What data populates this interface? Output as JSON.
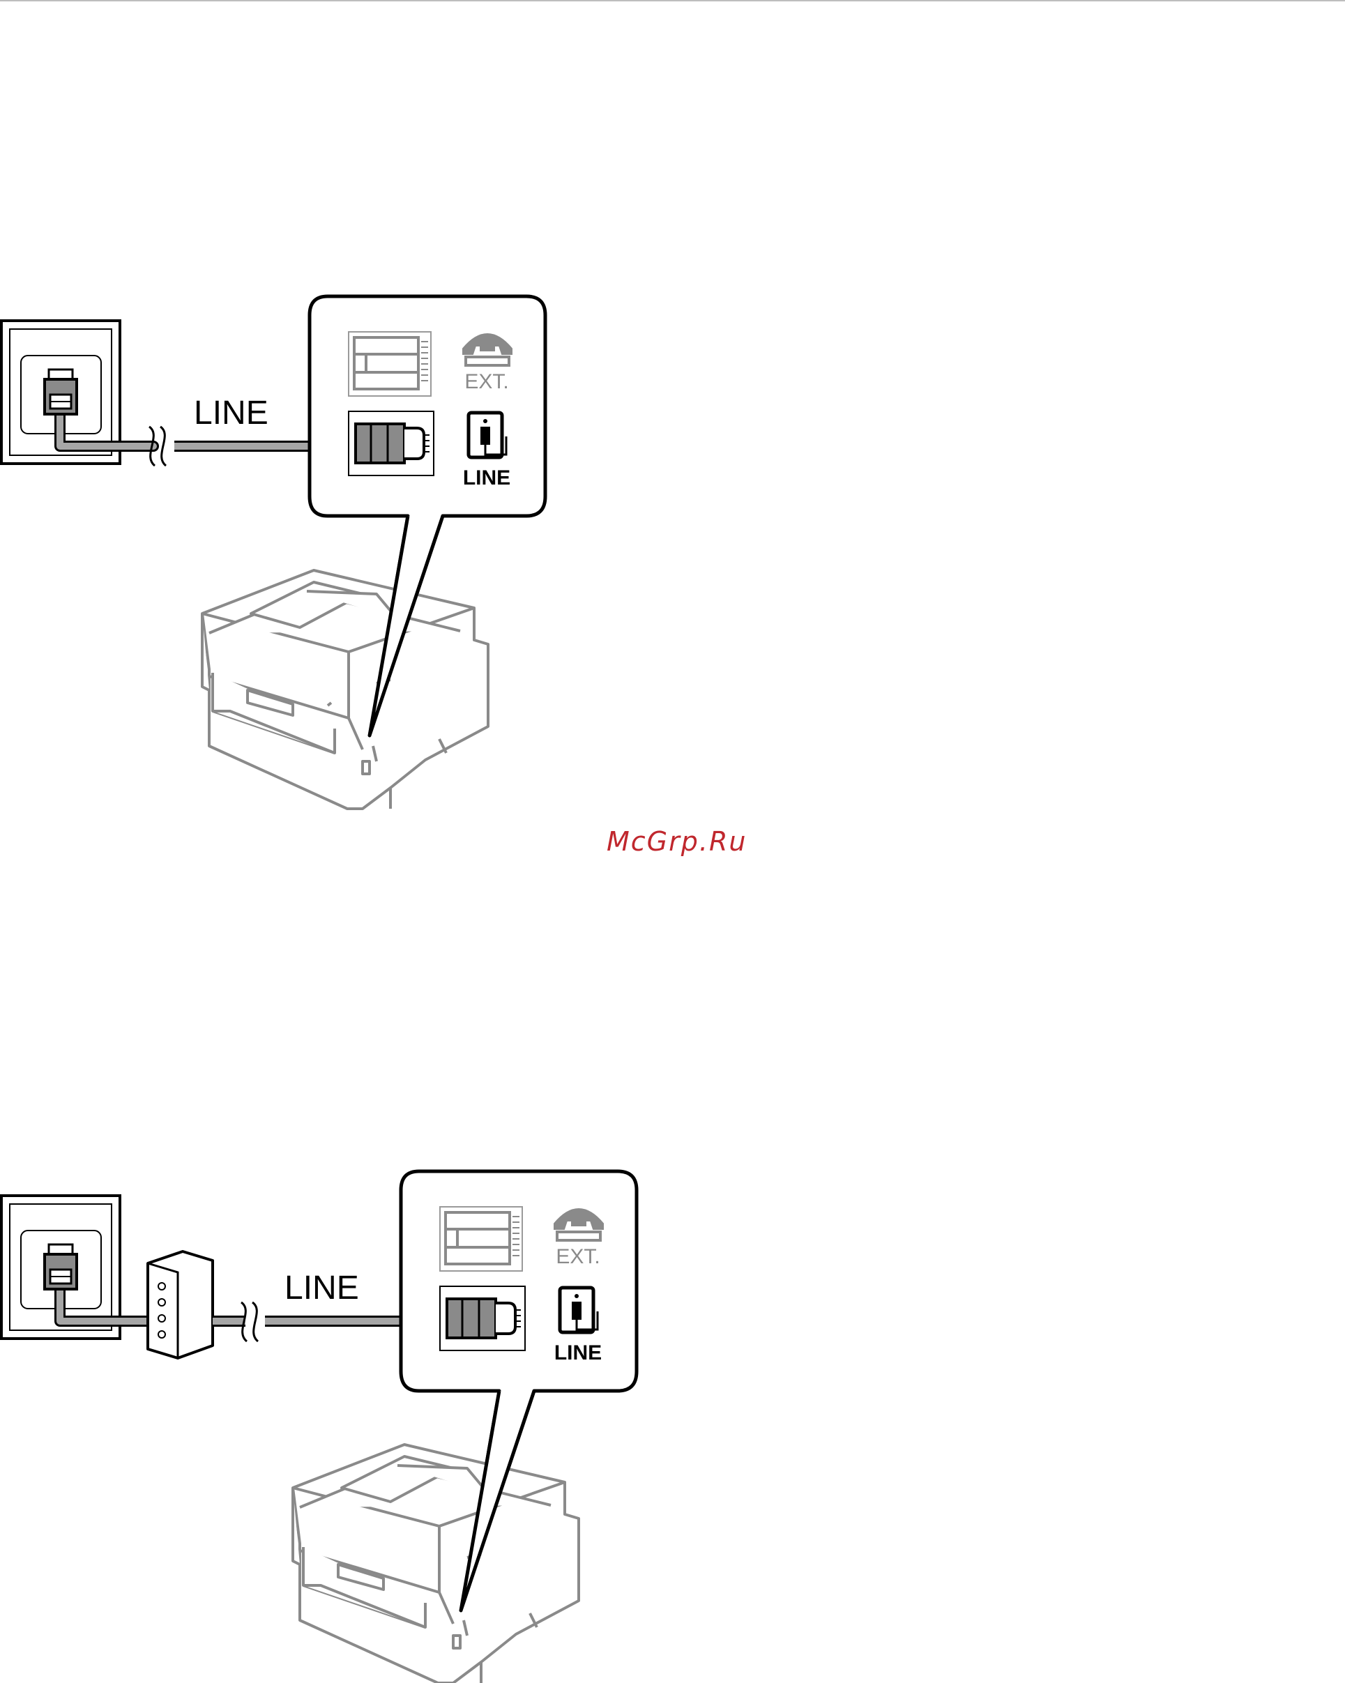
{
  "colors": {
    "line": "#000000",
    "cable": "#a6a6a6",
    "printer": "#8a8a8a",
    "watermark": "#c0272d"
  },
  "figure_1": {
    "cable_label": "LINE",
    "port_ext_label": "EXT.",
    "port_line_label": "LINE"
  },
  "figure_2": {
    "cable_label": "LINE",
    "port_ext_label": "EXT.",
    "port_line_label": "LINE"
  },
  "watermark": {
    "text": "McGrp.Ru"
  },
  "icons": [
    "wall-jack-icon",
    "rj11-plug-icon",
    "phone-icon",
    "line-port-icon",
    "splitter-icon",
    "printer-icon"
  ]
}
